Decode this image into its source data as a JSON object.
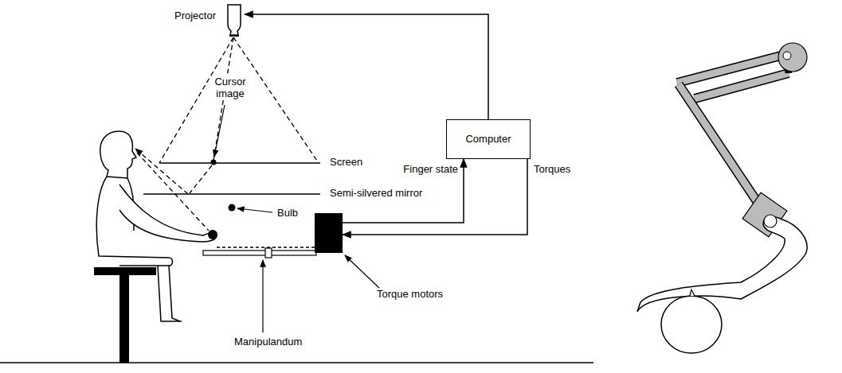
{
  "diagram": {
    "nodes": [
      {
        "text": [
          "Projector"
        ]
      },
      {
        "text": [
          "Computer"
        ]
      },
      {
        "text": [
          "Torque motors"
        ]
      }
    ],
    "edges": [
      {
        "from": 1,
        "to": 0,
        "arrow": "to"
      },
      {
        "from": 2,
        "to": 1,
        "label": "Finger state",
        "arrow": "to"
      },
      {
        "from": 1,
        "to": 2,
        "label": "Torques",
        "arrow": "to"
      }
    ],
    "labels": [
      "Cursor image",
      "Screen",
      "Semi-silvered mirror",
      "Bulb",
      "Manipulandum"
    ]
  }
}
